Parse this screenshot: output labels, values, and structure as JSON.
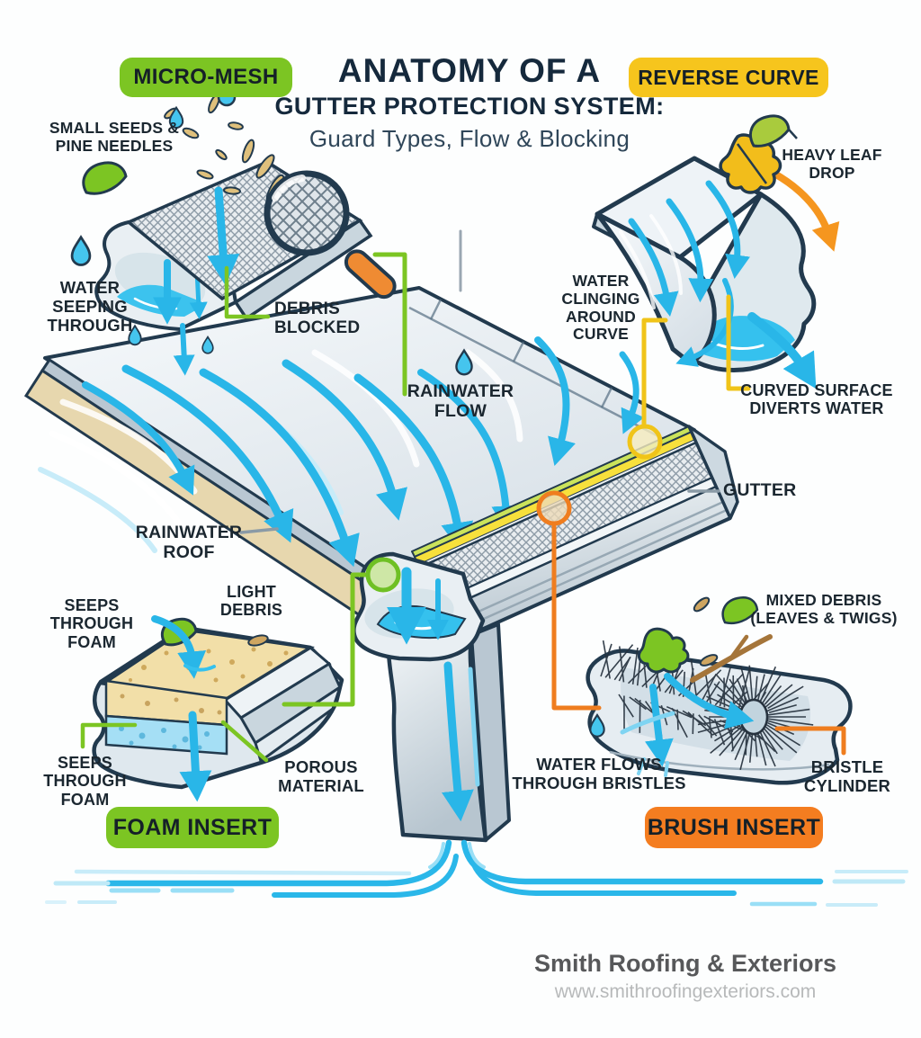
{
  "title": {
    "line1": "ANATOMY OF A",
    "line2": "GUTTER PROTECTION SYSTEM:",
    "line3": "Guard Types, Flow & Blocking"
  },
  "badges": {
    "micro_mesh": "MICRO-MESH",
    "reverse_curve": "REVERSE CURVE",
    "foam_insert": "FOAM INSERT",
    "brush_insert": "BRUSH INSERT"
  },
  "labels": {
    "small_seeds": "SMALL SEEDS &\nPINE NEEDLES",
    "water_seeping": "WATER\nSEEPING\nTHROUGH",
    "debris_blocked": "DEBRIS\nBLOCKED",
    "heavy_leaf_drop": "HEAVY LEAF\nDROP",
    "water_clinging": "WATER\nCLINGING\nAROUND\nCURVE",
    "curved_surface": "CURVED SURFACE\nDIVERTS WATER",
    "rainwater_flow": "RAINWATER\nFLOW",
    "gutter": "GUTTER",
    "rainwater_roof": "RAINWATER\nROOF",
    "light_debris": "LIGHT\nDEBRIS",
    "seeps_through_foam_top": "SEEPS\nTHROUGH\nFOAM",
    "seeps_through_foam_bottom": "SEEPS\nTHROUGH\nFOAM",
    "porous_material": "POROUS\nMATERIAL",
    "mixed_debris": "MIXED DEBRIS\n(LEAVES & TWIGS)",
    "water_flows": "WATER FLOWS\nTHROUGH BRISTLES",
    "bristle_cylinder": "BRISTLE\nCYLINDER"
  },
  "footer": {
    "company": "Smith Roofing & Exteriors",
    "website": "www.smithroofingexteriors.com"
  },
  "colors": {
    "green": "#7cc523",
    "yellow": "#f6c51d",
    "orange": "#f47d20",
    "water_blue": "#29b6e8",
    "outline_ink": "#223a4e"
  }
}
